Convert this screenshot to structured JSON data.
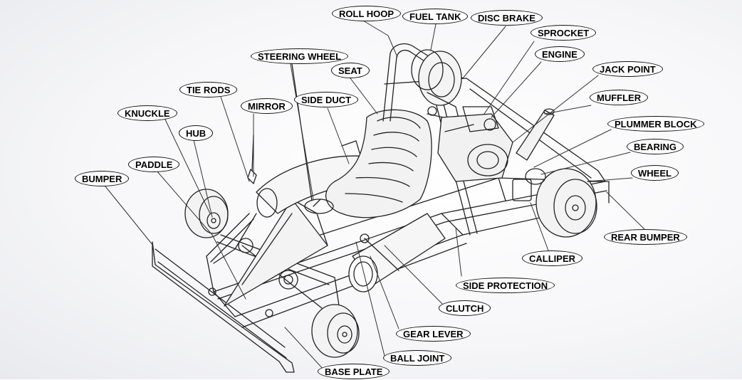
{
  "diagram": {
    "labels": {
      "roll_hoop": "ROLL HOOP",
      "fuel_tank": "FUEL TANK",
      "disc_brake": "DISC BRAKE",
      "sprocket": "SPROCKET",
      "engine": "ENGINE",
      "jack_point": "JACK POINT",
      "muffler": "MUFFLER",
      "plummer_block": "PLUMMER BLOCK",
      "bearing": "BEARING",
      "wheel": "WHEEL",
      "rear_bumper": "REAR BUMPER",
      "calliper": "CALLIPER",
      "side_protection": "SIDE PROTECTION",
      "clutch": "CLUTCH",
      "gear_lever": "GEAR LEVER",
      "ball_joint": "BALL JOINT",
      "base_plate": "BASE PLATE",
      "steering_wheel": "STEERING WHEEL",
      "seat": "SEAT",
      "tie_rods": "TIE RODS",
      "mirror": "MIRROR",
      "side_duct": "SIDE DUCT",
      "knuckle": "KNUCKLE",
      "hub": "HUB",
      "paddle": "PADDLE",
      "bumper": "BUMPER"
    }
  }
}
